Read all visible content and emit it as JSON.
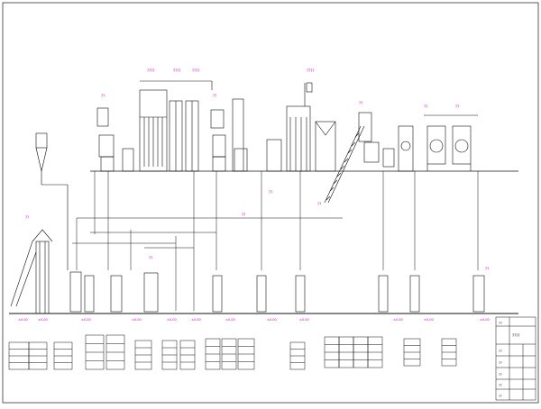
{
  "colors": {
    "line": "#111111",
    "label": "#cc00cc",
    "paper": "#ffffff"
  },
  "top_tags": [
    "????",
    "????",
    "????",
    "????"
  ],
  "equipment_tags": [
    "??",
    "??",
    "??",
    "??",
    "??",
    "??",
    "??",
    "??",
    "??",
    "??",
    "??"
  ],
  "floor_tags": [
    "±0.00",
    "±0.00",
    "±0.00",
    "±0.00",
    "±0.00",
    "±0.00",
    "±0.00",
    "±0.00",
    "±0.00",
    "±0.00",
    "±0.00",
    "±0.00"
  ],
  "title_block": {
    "drawing_title": "????",
    "rows": [
      "??",
      "??",
      "??",
      "??",
      "??",
      "??"
    ]
  }
}
